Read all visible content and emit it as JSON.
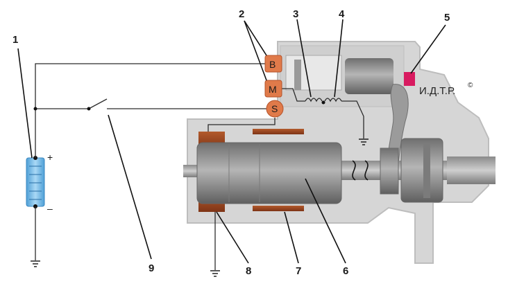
{
  "diagram": {
    "callouts": [
      "1",
      "2",
      "3",
      "4",
      "5",
      "6",
      "7",
      "8",
      "9"
    ],
    "terminals": {
      "b": "B",
      "m": "M",
      "s": "S"
    },
    "battery": {
      "plus": "+",
      "minus": "–"
    },
    "brand_text": "И.Д.Т.Р.",
    "copyright": "©"
  },
  "colors": {
    "housing": "#d6d6d6",
    "housing_edge": "#b9b9b9",
    "armature": "#8e8e8e",
    "winding": "#9b4a22",
    "terminal": "#e07a4a",
    "contact": "#d81b60",
    "battery": "#6fb6e6"
  }
}
